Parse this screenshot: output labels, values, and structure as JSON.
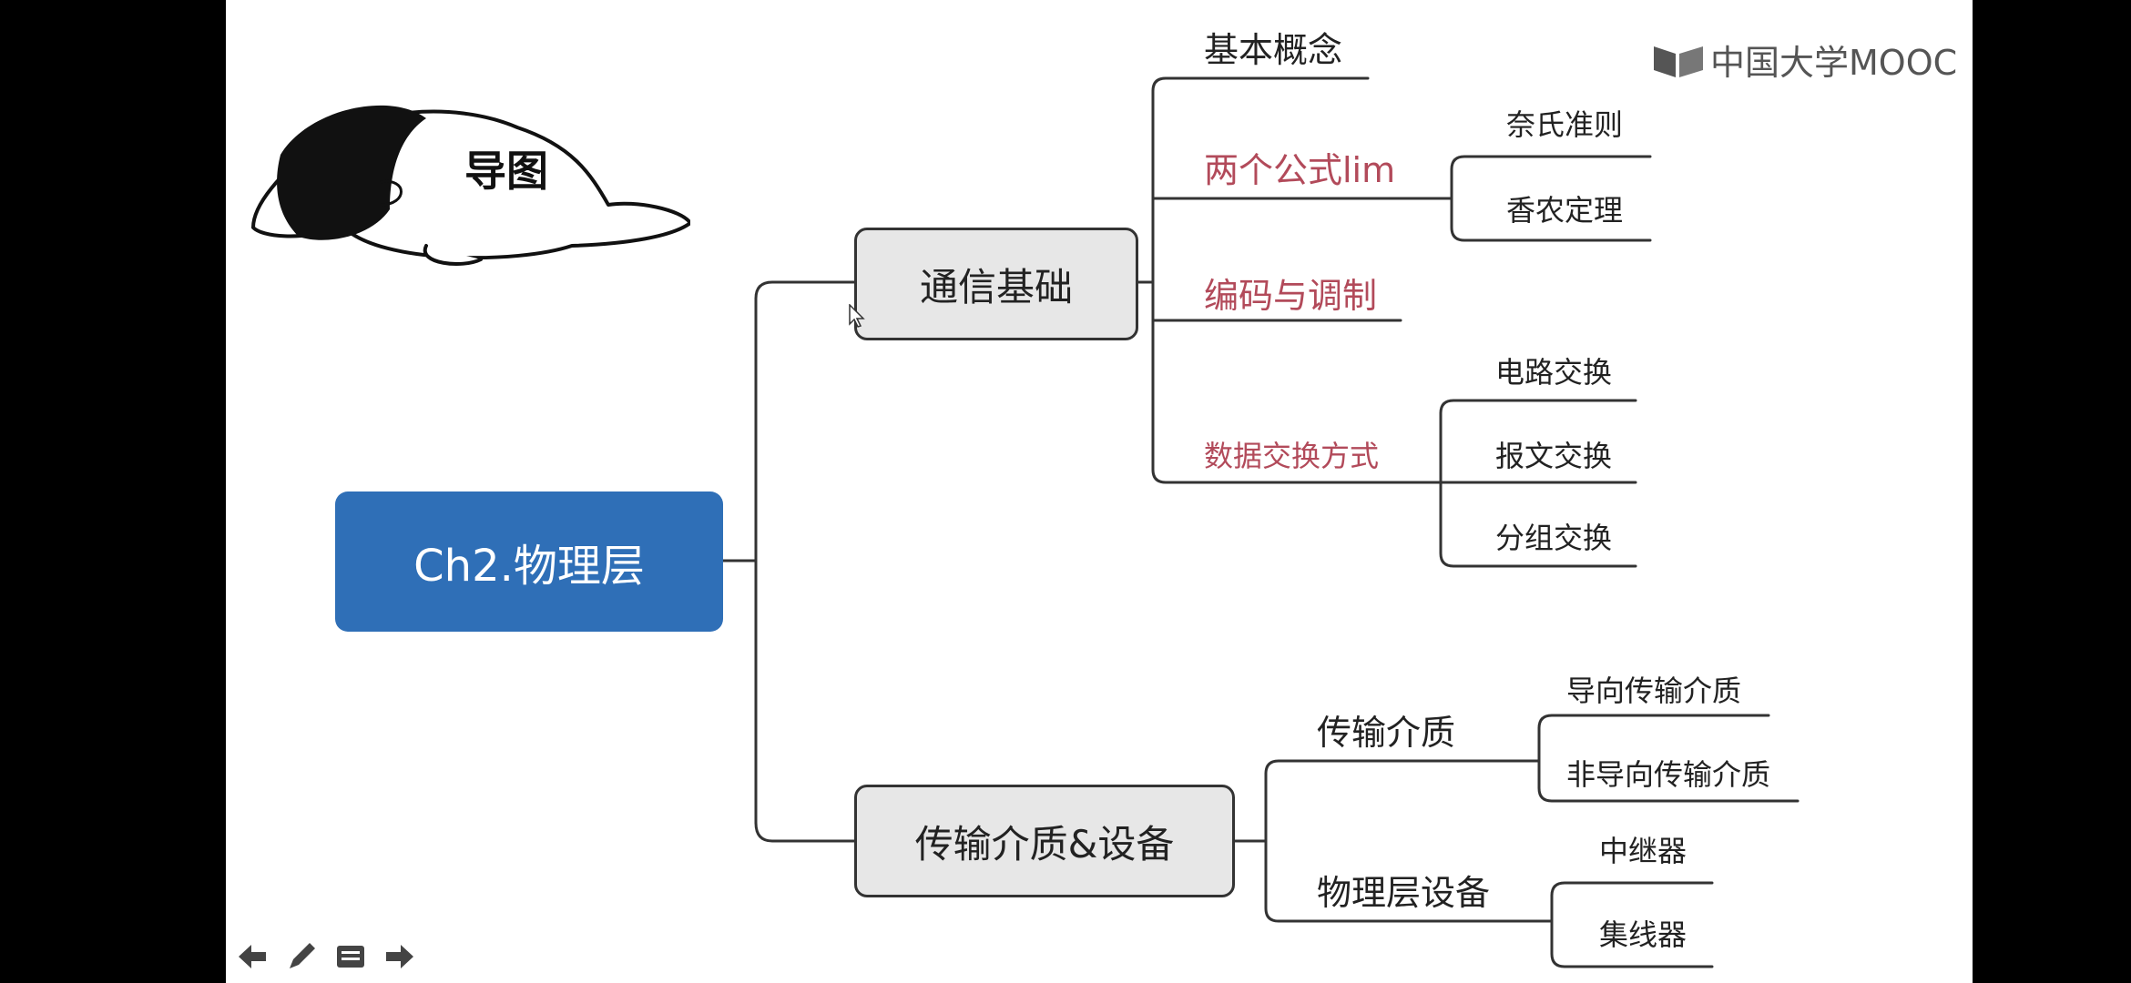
{
  "logo": {
    "text": "中国大学MOOC",
    "icon": "mooc-book-icon"
  },
  "illustration": {
    "caption": "导图"
  },
  "root": {
    "label": "Ch2.物理层"
  },
  "branches": [
    {
      "label": "通信基础",
      "children": [
        {
          "label": "基本概念",
          "highlight": false,
          "children": []
        },
        {
          "label": "两个公式lim",
          "highlight": true,
          "children": [
            "奈氏准则",
            "香农定理"
          ]
        },
        {
          "label": "编码与调制",
          "highlight": true,
          "children": []
        },
        {
          "label": "数据交换方式",
          "highlight": true,
          "children": [
            "电路交换",
            "报文交换",
            "分组交换"
          ]
        }
      ]
    },
    {
      "label": "传输介质&设备",
      "children": [
        {
          "label": "传输介质",
          "highlight": false,
          "children": [
            "导向传输介质",
            "非导向传输介质"
          ]
        },
        {
          "label": "物理层设备",
          "highlight": false,
          "children": [
            "中继器",
            "集线器"
          ]
        }
      ]
    }
  ],
  "toolbar": {
    "items": [
      {
        "name": "previous-slide-button",
        "icon": "arrow-left-icon"
      },
      {
        "name": "pen-tool-button",
        "icon": "pencil-icon"
      },
      {
        "name": "slide-menu-button",
        "icon": "menu-icon"
      },
      {
        "name": "next-slide-button",
        "icon": "arrow-right-icon"
      }
    ]
  },
  "colors": {
    "root_fill": "#2f6fb7",
    "branch_fill": "#e7e7e7",
    "highlight_text": "#b24a5a",
    "line": "#333333"
  }
}
